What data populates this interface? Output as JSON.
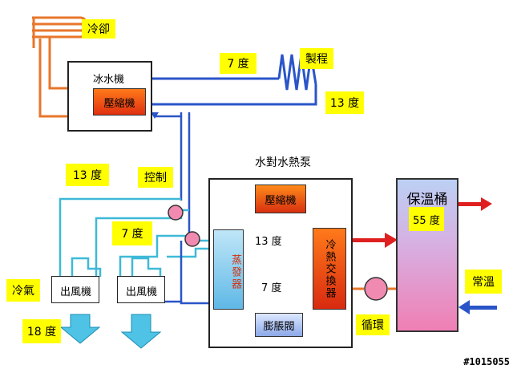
{
  "colors": {
    "orange": "#e8762b",
    "blue": "#2a55c8",
    "cyan": "#3fb9d8",
    "red": "#e02020",
    "yellow": "#ffff00",
    "pink": "#f08ab0"
  },
  "cooling_label": "冷卻",
  "chiller": {
    "title": "冰水機",
    "compressor": "壓縮機"
  },
  "process": {
    "label": "製程",
    "supply_temp": "7 度",
    "return_temp": "13 度"
  },
  "control_label": "控制",
  "left_loop": {
    "return_temp": "13 度",
    "supply_temp": "7 度"
  },
  "heat_pump": {
    "title": "水對水熱泵",
    "compressor": "壓縮機",
    "evaporator": "蒸發器",
    "condenser": "冷熱交換器",
    "expansion_valve": "膨脹閥",
    "evap_in_temp": "13 度",
    "evap_out_temp": "7 度"
  },
  "tank": {
    "title": "保溫桶",
    "temp": "55 度"
  },
  "normal_temp_label": "常溫",
  "circulation_label": "循環",
  "fan_units": [
    "出風機",
    "出風機"
  ],
  "cold_air_label": "冷氣",
  "air_temp": "18 度",
  "watermark": "#1015055"
}
